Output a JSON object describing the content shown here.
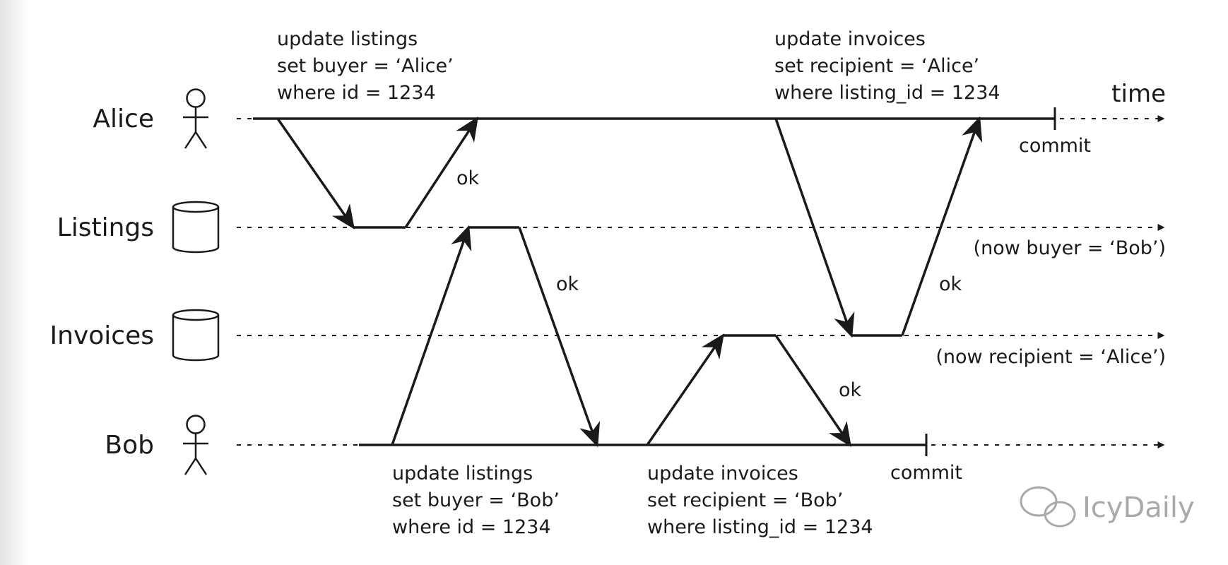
{
  "actors": {
    "alice": "Alice",
    "listings": "Listings",
    "invoices": "Invoices",
    "bob": "Bob"
  },
  "time_label": "time",
  "alice_update_listings": [
    "update listings",
    "set buyer = ‘Alice’",
    "where id = 1234"
  ],
  "alice_update_invoices": [
    "update invoices",
    "set recipient = ‘Alice’",
    "where listing_id = 1234"
  ],
  "bob_update_listings": [
    "update listings",
    "set buyer = ‘Bob’",
    "where id = 1234"
  ],
  "bob_update_invoices": [
    "update invoices",
    "set recipient = ‘Bob’",
    "where listing_id = 1234"
  ],
  "ok_label": "ok",
  "commit_label": "commit",
  "listings_state": "(now buyer = ‘Bob’)",
  "invoices_state": "(now recipient = ‘Alice’)",
  "watermark": "IcyDaily",
  "colors": {
    "ink": "#1a1a1a",
    "background": "#ffffff",
    "watermark": "#a9a9a9",
    "edge_shadow": "#e6e6e6"
  }
}
